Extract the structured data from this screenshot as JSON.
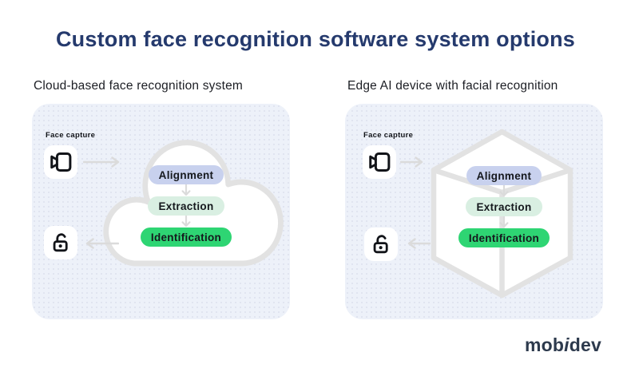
{
  "title": "Custom face recognition software system options",
  "panels": [
    {
      "subtitle": "Cloud-based face recognition system",
      "shape": "cloud",
      "capture_label": "Face capture",
      "input_icon": "video-camera-icon",
      "output_icon": "unlock-icon",
      "steps": [
        "Alignment",
        "Extraction",
        "Identification"
      ]
    },
    {
      "subtitle": "Edge AI device with facial recognition",
      "shape": "cube",
      "capture_label": "Face capture",
      "input_icon": "video-camera-icon",
      "output_icon": "unlock-icon",
      "steps": [
        "Alignment",
        "Extraction",
        "Identification"
      ]
    }
  ],
  "logo": {
    "text": "mobidev",
    "prefix": "mob",
    "italic_letter": "i",
    "suffix": "dev"
  },
  "colors": {
    "title": "#253A6D",
    "subtitle": "#1C1E24",
    "panel_bg": "#EDF1F9",
    "shape_stroke": "#E2E2E2",
    "arrow": "#DBDBDB",
    "pill_alignment_bg": "#C8D1EE",
    "pill_extraction_bg": "#D9EFE2",
    "pill_identification_bg": "#2ED573",
    "pill_text": "#15181D",
    "icon_color": "#121419",
    "logo_color": "#2D3A4D"
  }
}
